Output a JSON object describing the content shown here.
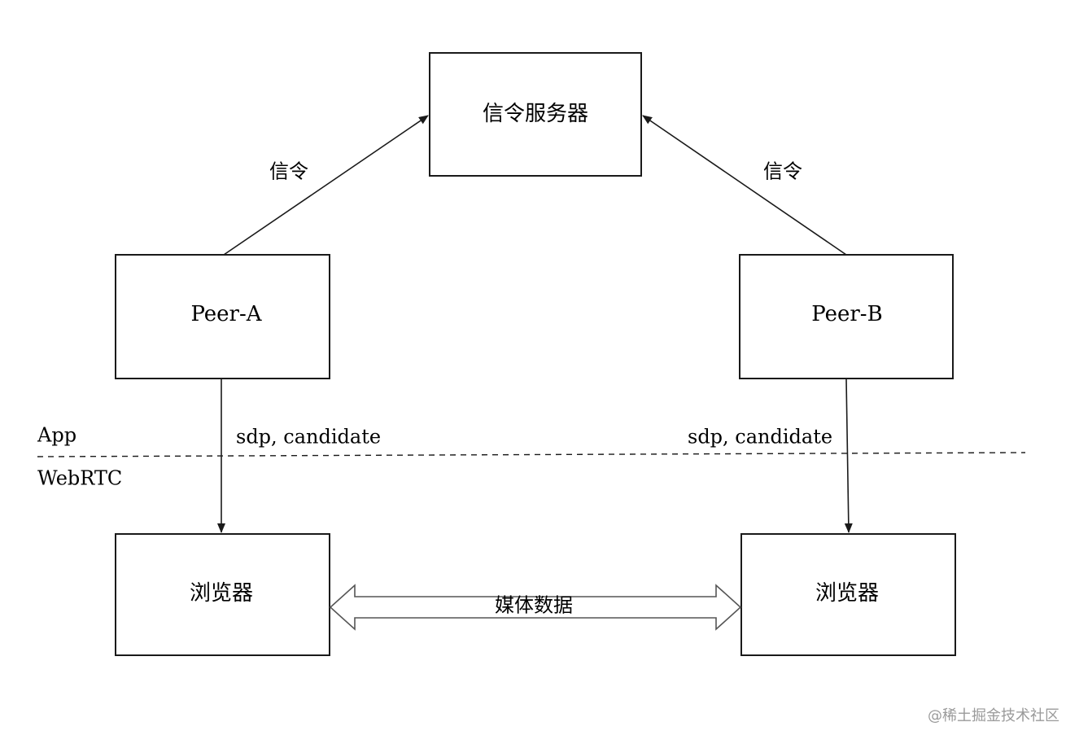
{
  "nodes": {
    "signaling_server": "信令服务器",
    "peer_a": "Peer-A",
    "peer_b": "Peer-B",
    "browser_a": "浏览器",
    "browser_b": "浏览器"
  },
  "edges": {
    "signal_left": "信令",
    "signal_right": "信令",
    "sdp_left": "sdp, candidate",
    "sdp_right": "sdp, candidate",
    "media": "媒体数据"
  },
  "layers": {
    "upper": "App",
    "lower": "WebRTC"
  },
  "watermark": "@稀土掘金技术社区",
  "colors": {
    "stroke": "#1a1a1a",
    "media_arrow_stroke": "#555555",
    "watermark": "#9a9a9a"
  }
}
